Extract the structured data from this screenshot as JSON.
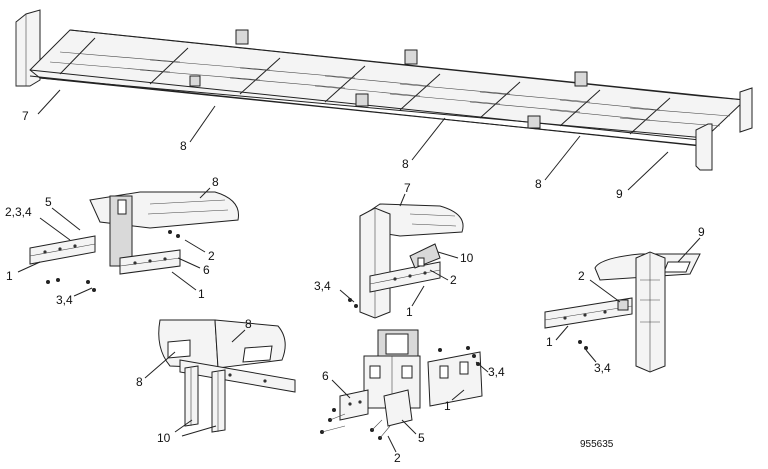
{
  "drawing_code": "955635",
  "callouts": {
    "assembly_7": "7",
    "assembly_8a": "8",
    "assembly_8b": "8",
    "assembly_8c": "8",
    "assembly_9": "9",
    "d1_8": "8",
    "d1_5": "5",
    "d1_234": "2,3,4",
    "d1_2": "2",
    "d1_6": "6",
    "d1_1a": "1",
    "d1_1b": "1",
    "d1_34": "3,4",
    "d2_7": "7",
    "d2_10": "10",
    "d2_2": "2",
    "d2_34": "3,4",
    "d2_1": "1",
    "d3_9": "9",
    "d3_2": "2",
    "d3_1": "1",
    "d3_34": "3,4",
    "d4_8a": "8",
    "d4_8b": "8",
    "d4_10": "10",
    "d5_6": "6",
    "d5_34": "3,4",
    "d5_1": "1",
    "d5_5": "5",
    "d5_2": "2"
  }
}
